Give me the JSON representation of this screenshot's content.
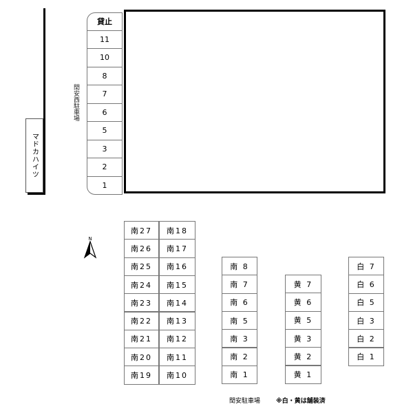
{
  "labels": {
    "house": "マドカハイツ",
    "west_lot": "閏安西駐車場",
    "lot": "閏安駐車場",
    "note": "※白・黄は舗装済",
    "compass_n": "N"
  },
  "west_column": [
    "貸止",
    "11",
    "10",
    "8",
    "7",
    "6",
    "5",
    "3",
    "2",
    "1"
  ],
  "south_col_a": [
    "南27",
    "南26",
    "南25",
    "南24",
    "南23",
    "南22",
    "南21",
    "南20",
    "南19"
  ],
  "south_col_b": [
    "南18",
    "南17",
    "南16",
    "南15",
    "南14",
    "南13",
    "南12",
    "南11",
    "南10"
  ],
  "south_col_c": [
    "南 8",
    "南 7",
    "南 6",
    "南 5",
    "南 3",
    "南 2",
    "南 1"
  ],
  "yellow_col": [
    "黄 7",
    "黄 6",
    "黄 5",
    "黄 3",
    "黄 2",
    "黄 1"
  ],
  "white_col": [
    "白 7",
    "白 6",
    "白 5",
    "白 3",
    "白 2",
    "白 1"
  ]
}
